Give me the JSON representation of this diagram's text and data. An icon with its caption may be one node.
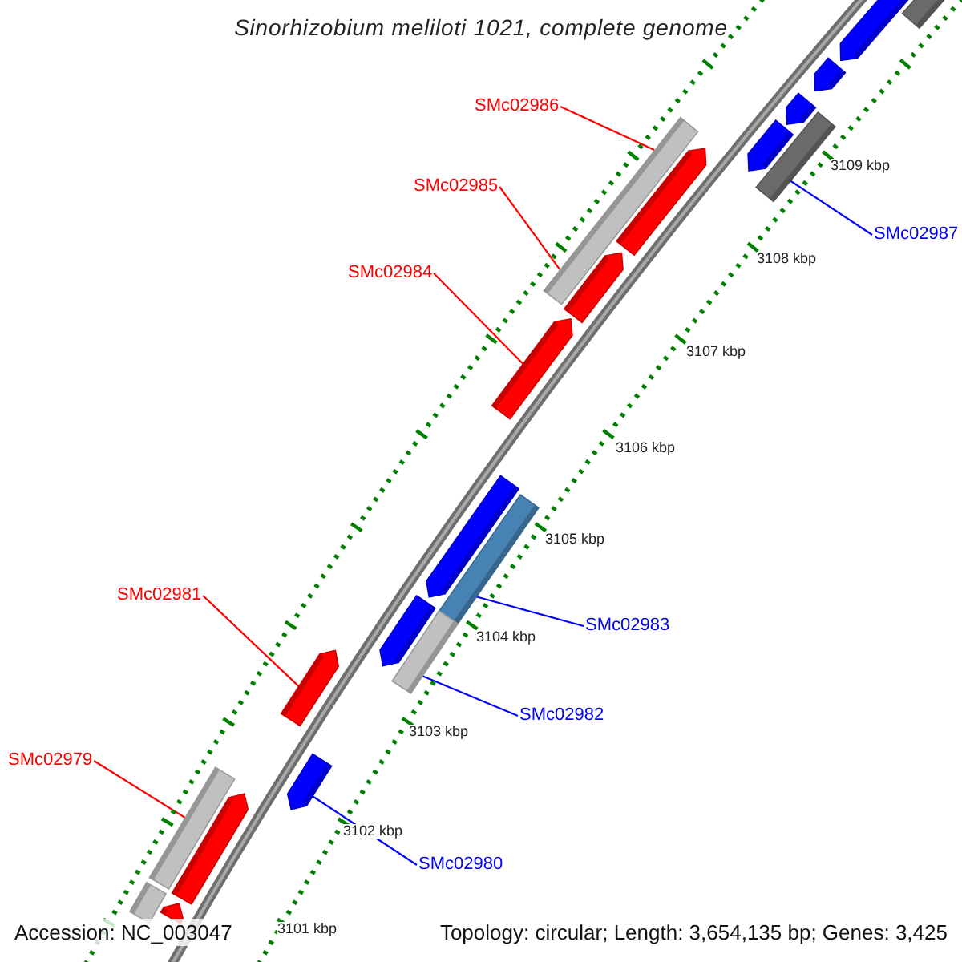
{
  "diagram": {
    "title": "Sinorhizobium meliloti 1021, complete genome",
    "nodes": [
      {
        "text": [
          "SMc02986"
        ]
      },
      {
        "text": [
          "SMc02985"
        ]
      },
      {
        "text": [
          "SMc02987"
        ]
      },
      {
        "text": [
          "SMc02984"
        ]
      },
      {
        "text": [
          "SMc02981"
        ]
      },
      {
        "text": [
          "SMc02983"
        ]
      },
      {
        "text": [
          "SMc02982"
        ]
      },
      {
        "text": [
          "SMc02979"
        ]
      },
      {
        "text": [
          "SMc02980"
        ]
      },
      {
        "text": [],
        "shape": "bar"
      },
      {
        "text": [],
        "shape": "bar"
      },
      {
        "text": [],
        "shape": "bar"
      },
      {
        "text": [],
        "shape": "bar"
      },
      {
        "text": [],
        "shape": "bar"
      },
      {
        "text": [],
        "shape": "bar"
      },
      {
        "text": [],
        "shape": "bar"
      },
      {
        "text": [],
        "shape": "bar"
      },
      {
        "text": [],
        "shape": "bar"
      },
      {
        "text": [],
        "shape": "bar"
      },
      {
        "text": [],
        "shape": "bar"
      },
      {
        "text": [],
        "shape": "bar"
      },
      {
        "text": [],
        "shape": "bar"
      },
      {
        "text": [],
        "shape": "bar"
      },
      {
        "text": [],
        "shape": "bar"
      },
      {
        "text": [],
        "shape": "bar"
      },
      {
        "text": [],
        "shape": "bar"
      },
      {
        "text": [],
        "shape": "bar"
      },
      {
        "text": [],
        "shape": "bar"
      },
      {
        "text": [],
        "shape": "bar"
      }
    ],
    "edges": [
      {
        "from": 0,
        "to": 15,
        "arrow": "none"
      },
      {
        "from": 1,
        "to": 15,
        "arrow": "none"
      },
      {
        "from": 2,
        "to": 13,
        "arrow": "none",
        "color": "#0000ff"
      },
      {
        "from": 3,
        "to": 18,
        "arrow": "none"
      },
      {
        "from": 4,
        "to": 23,
        "arrow": "none"
      },
      {
        "from": 5,
        "to": 20,
        "arrow": "none",
        "color": "#0000ff"
      },
      {
        "from": 6,
        "to": 22,
        "arrow": "none",
        "color": "#0000ff"
      },
      {
        "from": 7,
        "to": 25,
        "arrow": "none"
      },
      {
        "from": 8,
        "to": 24,
        "arrow": "none",
        "color": "#0000ff"
      }
    ],
    "labels": [
      "3109 kbp",
      "3108 kbp",
      "3107 kbp",
      "3106 kbp",
      "3105 kbp",
      "3104 kbp",
      "3103 kbp",
      "3102 kbp",
      "3101 kbp",
      "Accession: NC_003047",
      "Topology: circular; Length: 3,654,135 bp; Genes: 3,425"
    ]
  }
}
